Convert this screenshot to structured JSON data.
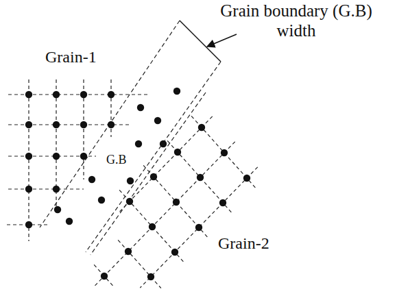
{
  "diagram": {
    "labels": [
      "Grain boundary (G.B) width",
      "Grain-1",
      "G.B",
      "Grain-2"
    ]
  }
}
